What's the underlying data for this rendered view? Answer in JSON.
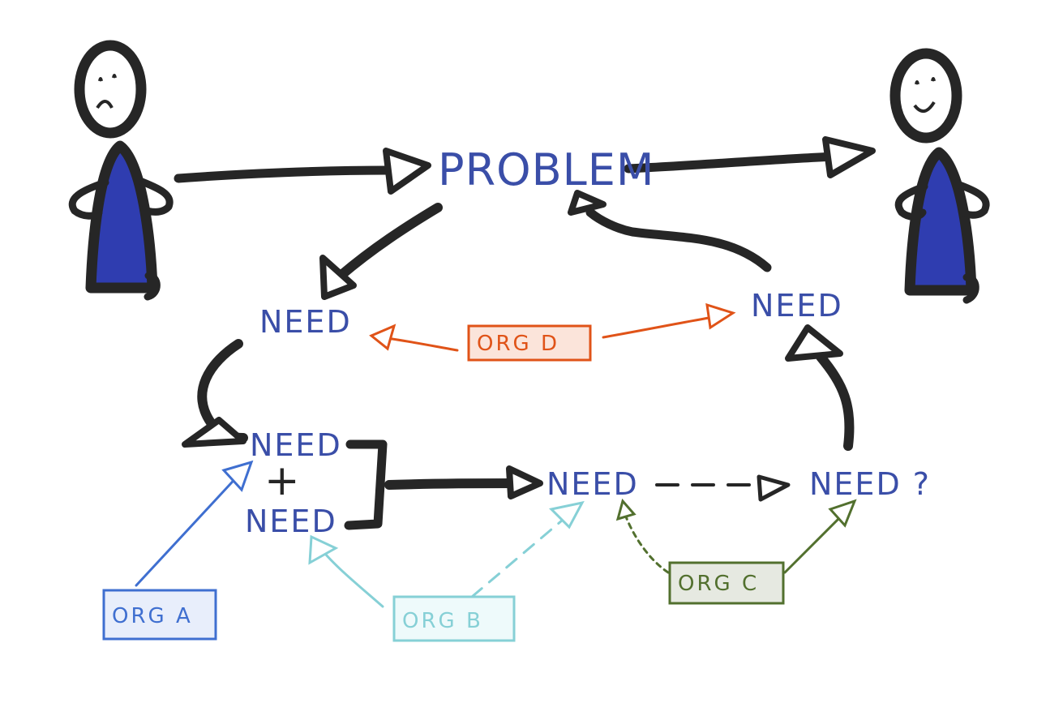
{
  "diagram": {
    "problem": "PROBLEM",
    "needs": {
      "left_top": "NEED",
      "right_top": "NEED",
      "stack_top": "NEED",
      "plus": "+",
      "stack_bottom": "NEED",
      "center": "NEED",
      "right_q": "NEED ?"
    },
    "orgs": {
      "a": "ORG A",
      "b": "ORG B",
      "c": "ORG C",
      "d": "ORG D"
    }
  },
  "colors": {
    "ink": "#262626",
    "need_text": "#3a4ea8",
    "person_fill": "#2f3db0",
    "org_a": "#3f6fd0",
    "org_a_bg": "#e8eefb",
    "org_b": "#86d0d6",
    "org_b_bg": "#eefafb",
    "org_c": "#52702e",
    "org_c_bg": "#e6e9e1",
    "org_d": "#e05318",
    "org_d_bg": "#fbe4da"
  },
  "icons": [
    "sad-person-icon",
    "happy-person-icon"
  ]
}
